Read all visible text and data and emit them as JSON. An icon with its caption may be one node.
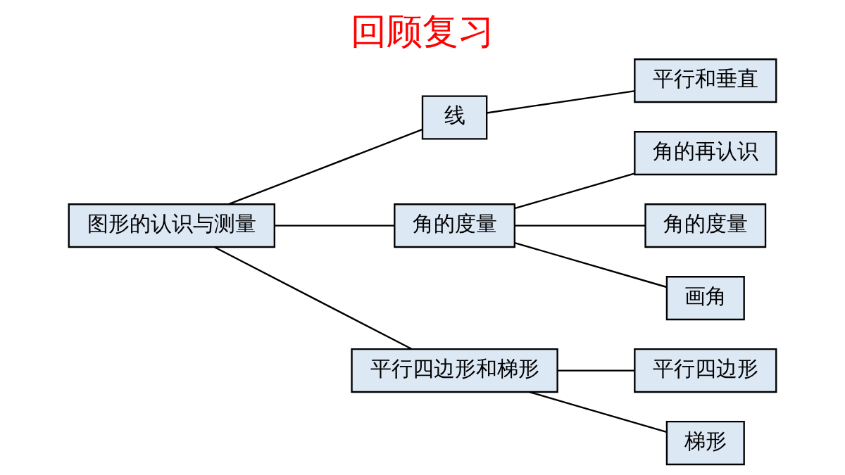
{
  "diagram": {
    "title": "回顾复习",
    "nodes": [
      {
        "text": [
          "图形的认识与测量"
        ]
      },
      {
        "text": [
          "线"
        ]
      },
      {
        "text": [
          "平行和垂直"
        ]
      },
      {
        "text": [
          "角的度量"
        ]
      },
      {
        "text": [
          "角的再认识"
        ]
      },
      {
        "text": [
          "角的度量"
        ]
      },
      {
        "text": [
          "画角"
        ]
      },
      {
        "text": [
          "平行四边形和梯形"
        ]
      },
      {
        "text": [
          "平行四边形"
        ]
      },
      {
        "text": [
          "梯形"
        ]
      }
    ],
    "edges": [
      {
        "from": 0,
        "to": 1,
        "arrow": "none"
      },
      {
        "from": 0,
        "to": 3,
        "arrow": "none"
      },
      {
        "from": 0,
        "to": 7,
        "arrow": "none"
      },
      {
        "from": 1,
        "to": 2,
        "arrow": "none"
      },
      {
        "from": 3,
        "to": 4,
        "arrow": "none"
      },
      {
        "from": 3,
        "to": 5,
        "arrow": "none"
      },
      {
        "from": 3,
        "to": 6,
        "arrow": "none"
      },
      {
        "from": 7,
        "to": 8,
        "arrow": "none"
      },
      {
        "from": 7,
        "to": 9,
        "arrow": "none"
      }
    ]
  }
}
